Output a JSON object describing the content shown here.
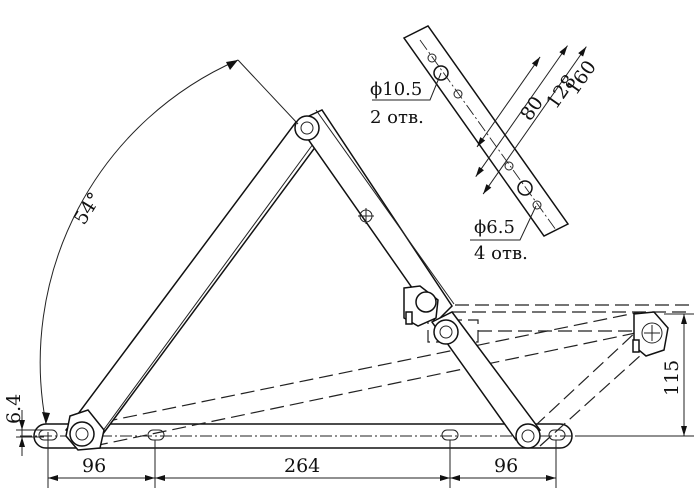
{
  "dimensions": {
    "angle": "54°",
    "offset_height": "6.4",
    "span_left": "96",
    "span_middle": "264",
    "span_right": "96",
    "vertical_offset": "115",
    "bracket_length_total": "160",
    "bracket_hole_spacing_outer": "128",
    "bracket_hole_spacing_inner": "80"
  },
  "callouts": {
    "large_hole_diameter": "ϕ10.5",
    "large_hole_count": "2 отв.",
    "small_hole_diameter": "ϕ6.5",
    "small_hole_count": "4 отв."
  }
}
